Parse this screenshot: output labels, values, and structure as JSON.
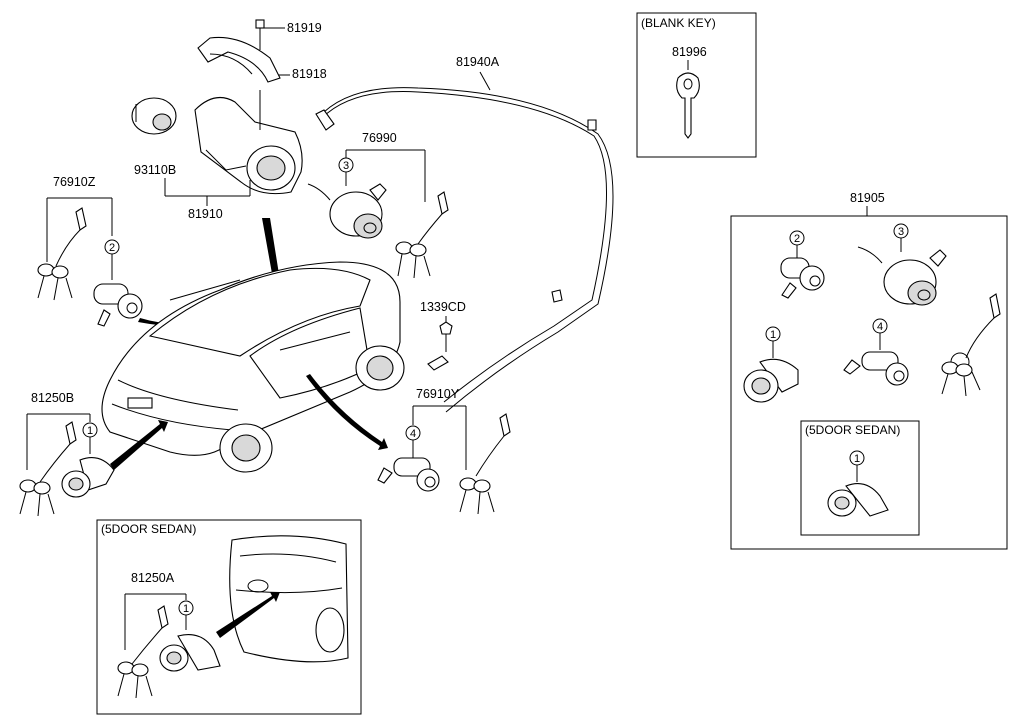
{
  "labels": {
    "p81919": "81919",
    "p81918": "81918",
    "p93110B": "93110B",
    "p81910": "81910",
    "p76910Z": "76910Z",
    "p81940A": "81940A",
    "p76990": "76990",
    "p1339CD": "1339CD",
    "p76910Y": "76910Y",
    "p81250B": "81250B",
    "p81250A": "81250A",
    "p81905": "81905",
    "p81996": "81996"
  },
  "boxes": {
    "blank_key": "(BLANK KEY)",
    "five_door_bottom": "(5DOOR SEDAN)",
    "five_door_right": "(5DOOR SEDAN)"
  },
  "callouts": {
    "c1": "1",
    "c2": "2",
    "c3": "3",
    "c4": "4"
  }
}
